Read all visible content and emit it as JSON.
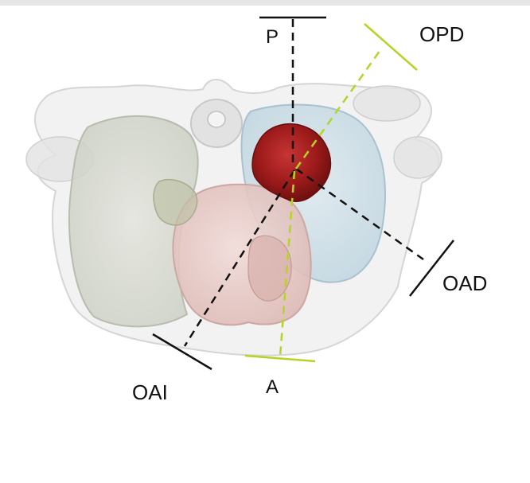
{
  "labels": {
    "p": "P",
    "a": "A",
    "opd": "OPD",
    "oad": "OAD",
    "oai": "OAI"
  },
  "colors": {
    "background": "#ffffff",
    "axis_black": "#111111",
    "axis_green": "#b5d426",
    "lesion_red": "#9e1b1b",
    "heart_pink": "#e7c6c2",
    "lung_right_gray": "#d2d6cc",
    "lung_left_blue": "#c5dbe6",
    "body_outline": "#d9d9d9"
  }
}
